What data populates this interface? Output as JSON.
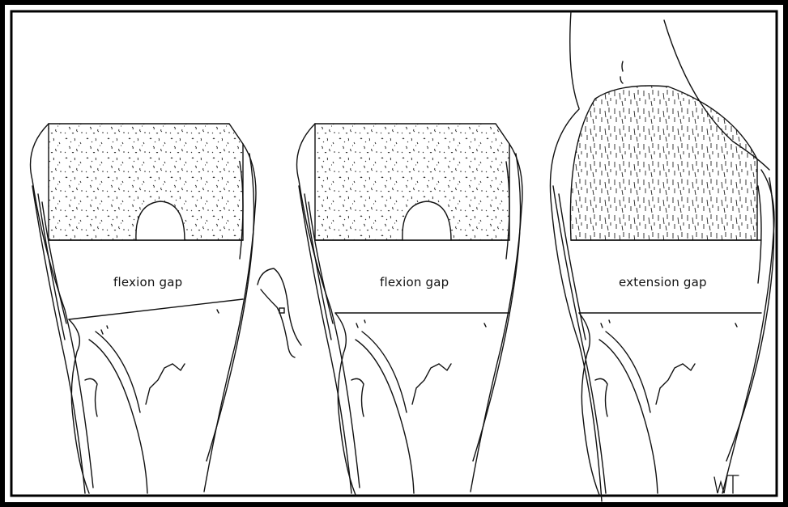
{
  "figure": {
    "panels": [
      {
        "id": "panel-1",
        "gap_label": "flexion gap"
      },
      {
        "id": "panel-2",
        "gap_label": "flexion gap"
      },
      {
        "id": "panel-3",
        "gap_label": "extension gap"
      }
    ],
    "signature": "WT",
    "colors": {
      "background": "#ffffff",
      "line": "#111111",
      "frame_outer": "#000000",
      "frame_inner": "#000000"
    }
  }
}
